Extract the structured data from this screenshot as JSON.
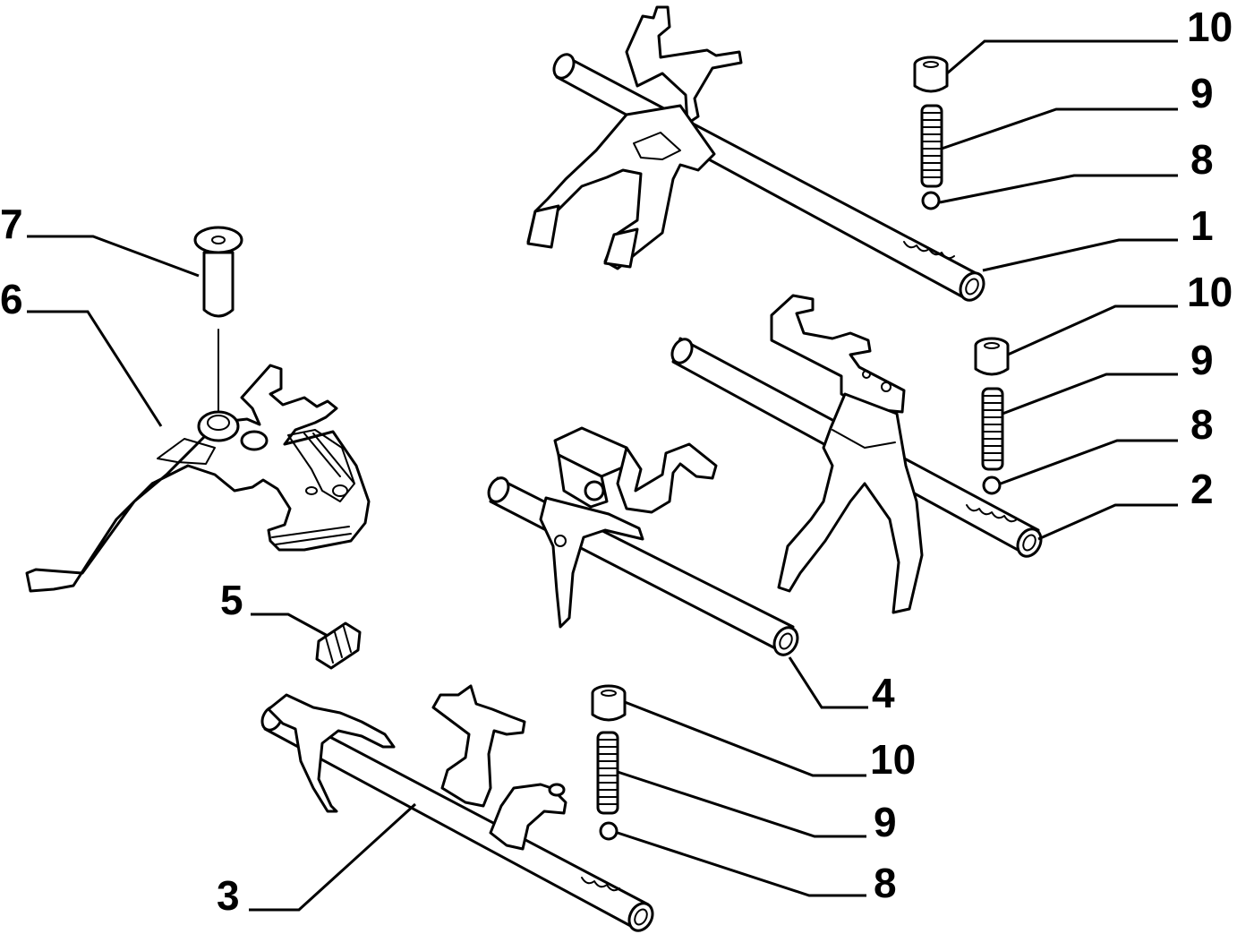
{
  "diagram": {
    "callouts": [
      {
        "id": "c10a",
        "label": "10"
      },
      {
        "id": "c9a",
        "label": "9"
      },
      {
        "id": "c8a",
        "label": "8"
      },
      {
        "id": "c1",
        "label": "1"
      },
      {
        "id": "c10b",
        "label": "10"
      },
      {
        "id": "c9b",
        "label": "9"
      },
      {
        "id": "c8b",
        "label": "8"
      },
      {
        "id": "c2",
        "label": "2"
      },
      {
        "id": "c7",
        "label": "7"
      },
      {
        "id": "c6",
        "label": "6"
      },
      {
        "id": "c5",
        "label": "5"
      },
      {
        "id": "c4",
        "label": "4"
      },
      {
        "id": "c10c",
        "label": "10"
      },
      {
        "id": "c9c",
        "label": "9"
      },
      {
        "id": "c8c",
        "label": "8"
      },
      {
        "id": "c3",
        "label": "3"
      }
    ]
  }
}
